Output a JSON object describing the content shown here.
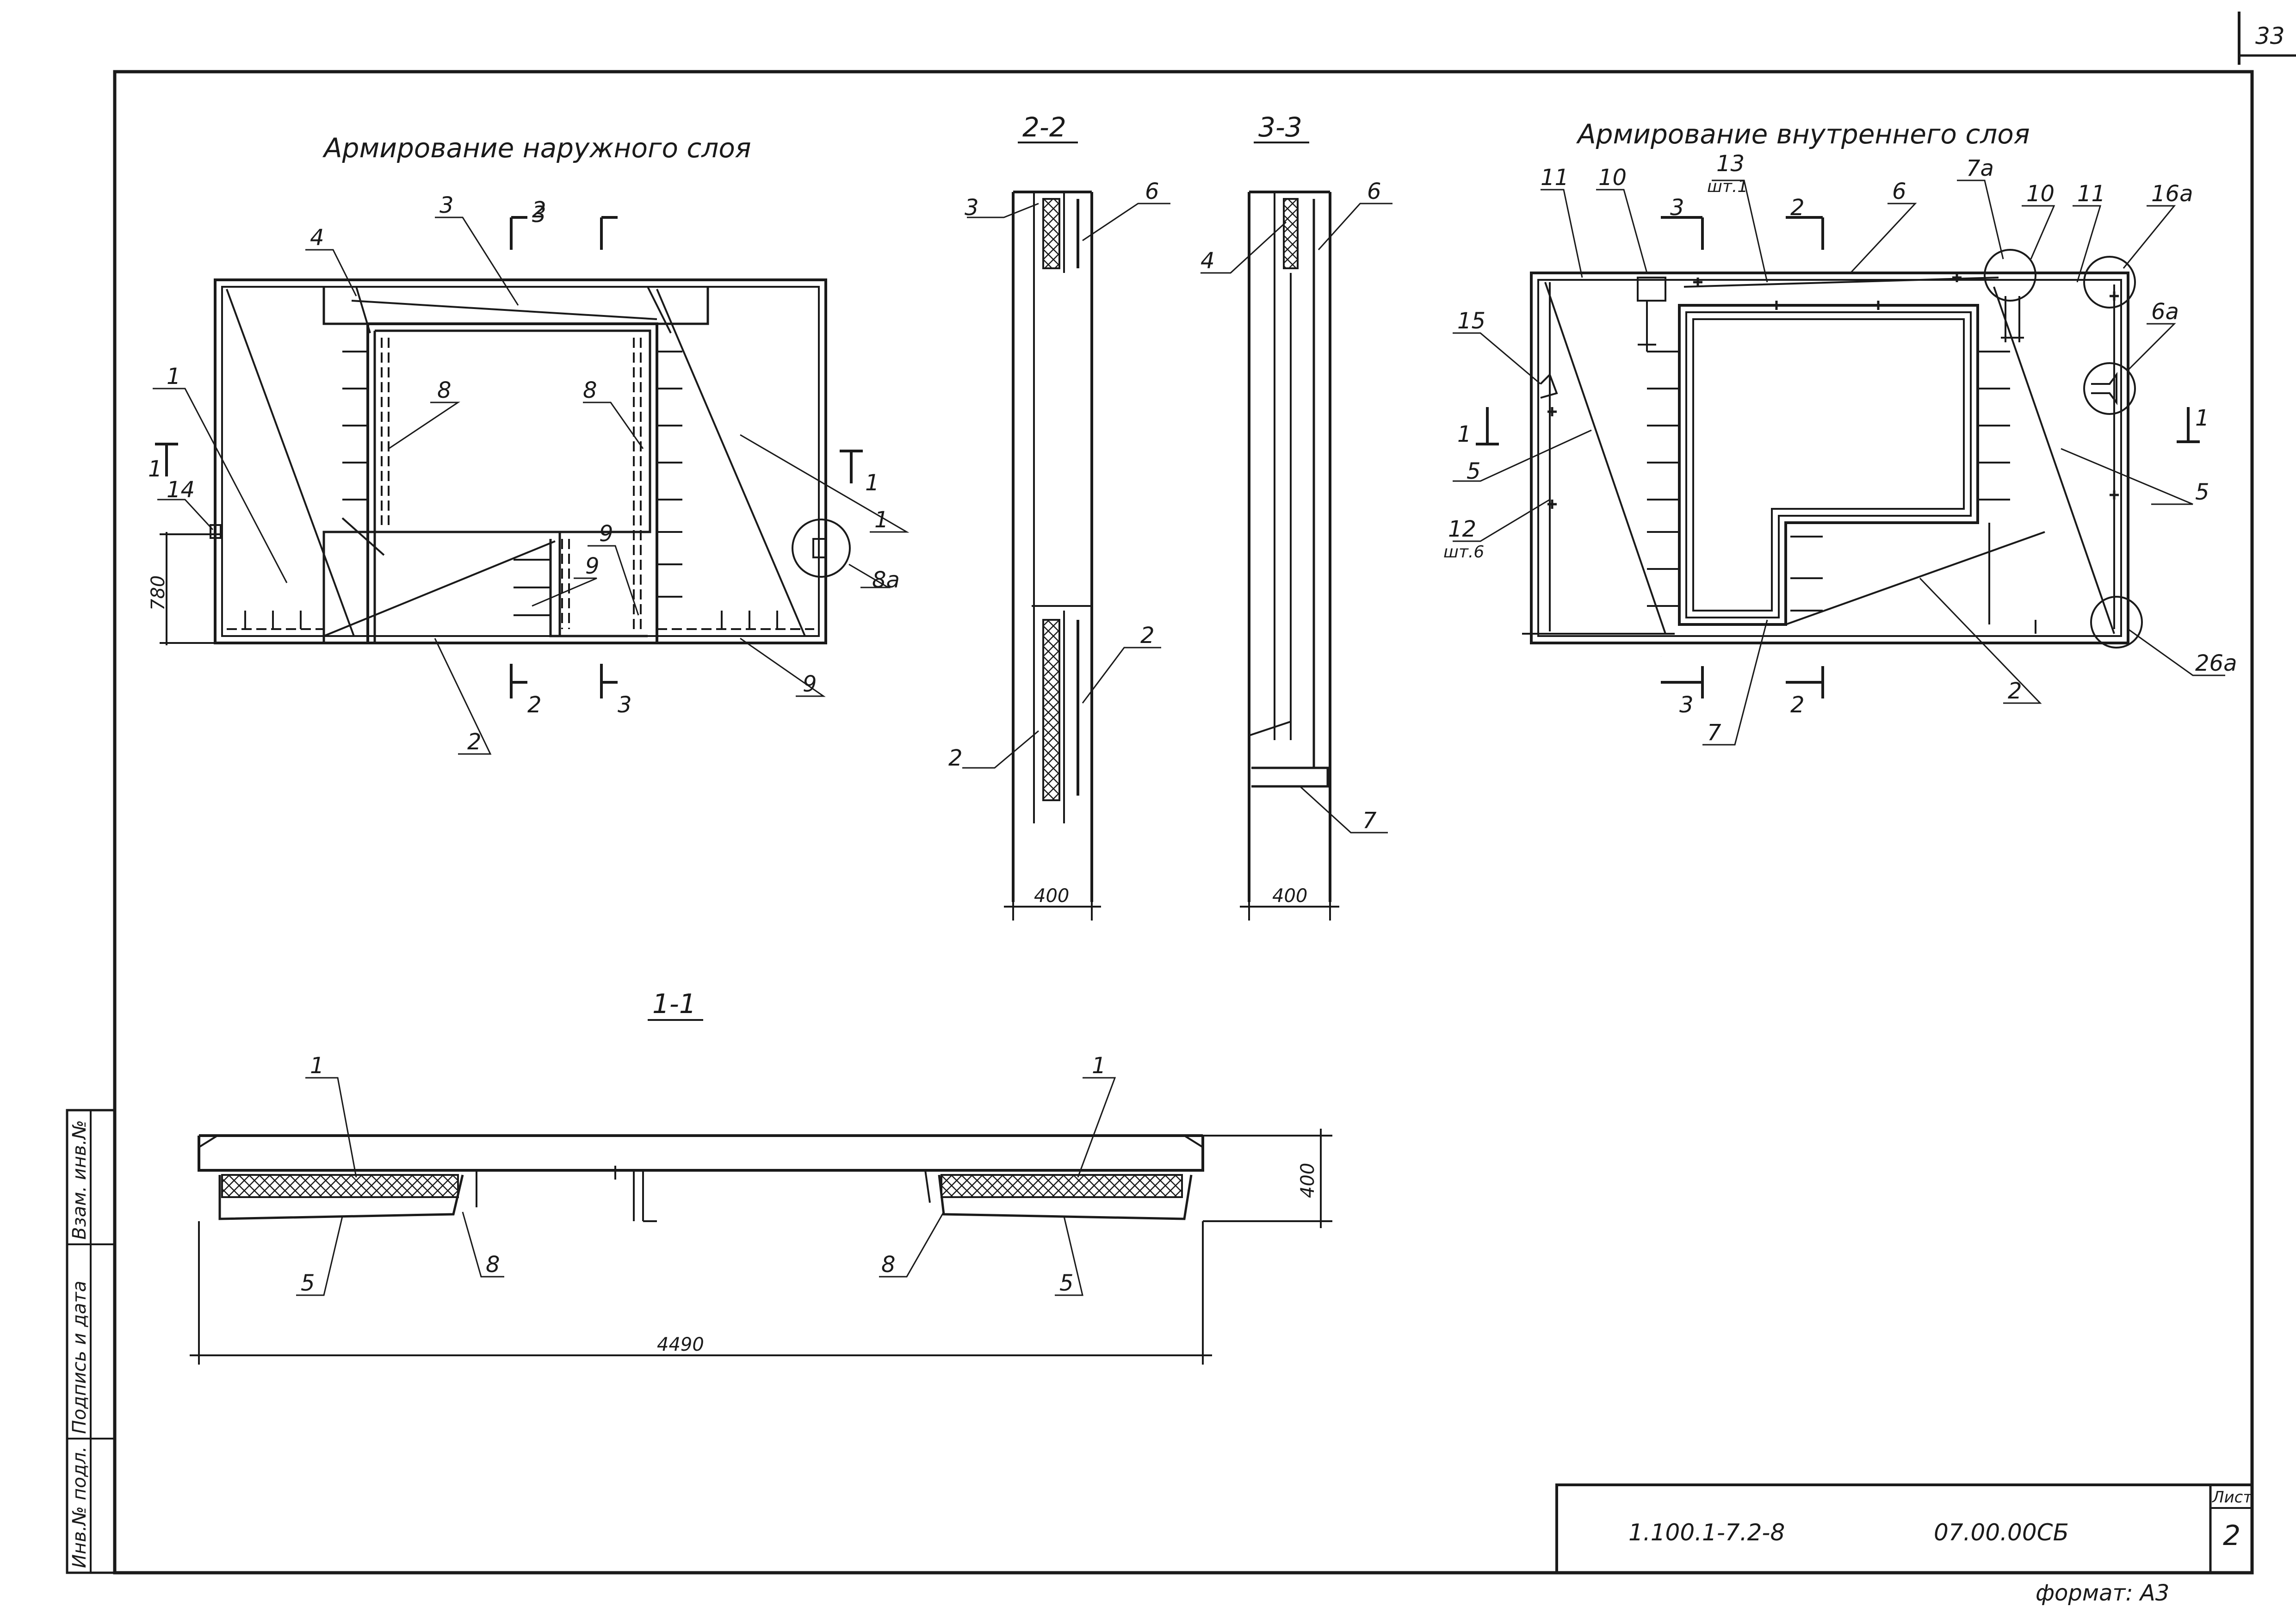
{
  "sheet": {
    "page_number": "33",
    "doc_code": "1.100.1-7.2-8",
    "drawing_code": "07.00.00СБ",
    "sheet_label": "Лист",
    "sheet_number": "2",
    "format": "формат: А3"
  },
  "side_stamp": {
    "inv_no_orig": "Инв.№ подл.",
    "sign_date": "Подпись и дата",
    "replaced_inv": "Взам. инв.№"
  },
  "views": {
    "outer": {
      "title": "Армирование наружного слоя",
      "labels": [
        "1",
        "2",
        "3",
        "4",
        "8",
        "8",
        "9",
        "9",
        "9",
        "14",
        "1",
        "8а",
        "2",
        "3",
        "2",
        "3",
        "1",
        "1",
        "780"
      ]
    },
    "section_2_2": {
      "title": "2-2",
      "labels": [
        "3",
        "6",
        "2",
        "2"
      ],
      "dim": "400"
    },
    "section_3_3": {
      "title": "3-3",
      "labels": [
        "4",
        "6",
        "7"
      ],
      "dim": "400"
    },
    "inner": {
      "title": "Армирование внутреннего слоя",
      "labels": [
        "11",
        "10",
        "13",
        "шт.1",
        "3",
        "2",
        "6",
        "7а",
        "10",
        "11",
        "16а",
        "6а",
        "15",
        "1",
        "1",
        "5",
        "5",
        "12",
        "шт.6",
        "2",
        "3",
        "2",
        "7",
        "2",
        "26а"
      ]
    },
    "section_1_1": {
      "title": "1-1",
      "labels": [
        "1",
        "1",
        "5",
        "8",
        "8",
        "5"
      ],
      "dims": [
        "400",
        "4490"
      ]
    }
  }
}
